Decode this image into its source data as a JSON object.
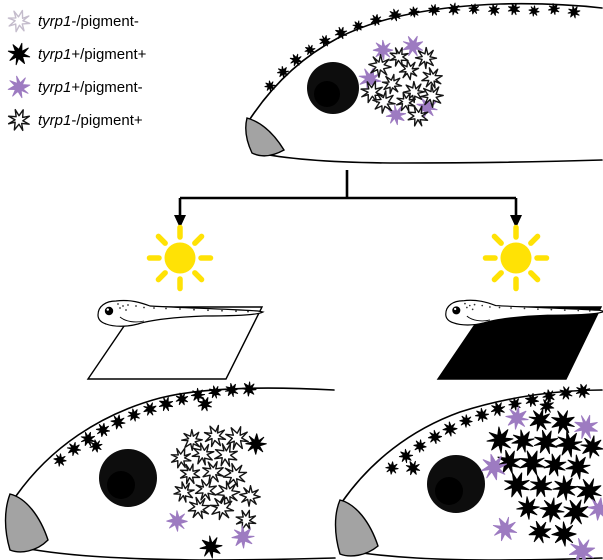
{
  "legend": {
    "items": [
      {
        "icon": "f",
        "gene": "tyrp1",
        "rest": "-/pigment-"
      },
      {
        "icon": "b",
        "gene": "tyrp1",
        "rest": "+/pigment+"
      },
      {
        "icon": "p",
        "gene": "tyrp1",
        "rest": "+/pigment-"
      },
      {
        "icon": "o",
        "gene": "tyrp1",
        "rest": "-/pigment+"
      }
    ]
  },
  "colors": {
    "purple": "#9d7bc1",
    "yellow": "#ffe205",
    "gray": "#a3a3a3",
    "black": "#000000",
    "white": "#ffffff"
  },
  "cells": {
    "top-head-dorsal": [
      {
        "t": "b",
        "s": 0.5,
        "pts": [
          [
            270,
            86
          ],
          [
            283,
            72
          ],
          [
            296,
            60
          ],
          [
            310,
            50
          ],
          [
            325,
            41
          ],
          [
            341,
            33
          ],
          [
            358,
            26
          ],
          [
            376,
            20
          ],
          [
            395,
            15
          ],
          [
            414,
            12
          ],
          [
            434,
            10
          ],
          [
            454,
            9
          ],
          [
            474,
            9
          ],
          [
            494,
            10
          ],
          [
            514,
            9
          ],
          [
            534,
            11
          ],
          [
            554,
            9
          ],
          [
            574,
            12
          ]
        ]
      }
    ],
    "top-head-cluster": [
      {
        "t": "p",
        "s": 0.95,
        "pts": [
          [
            383,
            50
          ],
          [
            413,
            46
          ],
          [
            370,
            79
          ],
          [
            396,
            115
          ],
          [
            427,
            107
          ]
        ]
      },
      {
        "t": "o",
        "s": 0.95,
        "pts": [
          [
            399,
            57
          ],
          [
            426,
            58
          ],
          [
            380,
            66
          ],
          [
            409,
            70
          ],
          [
            432,
            78
          ],
          [
            372,
            92
          ],
          [
            392,
            84
          ],
          [
            414,
            92
          ],
          [
            384,
            102
          ],
          [
            406,
            102
          ],
          [
            418,
            116
          ],
          [
            432,
            96
          ]
        ]
      }
    ],
    "bottom-left-head-dorsal": [
      {
        "t": "b",
        "s": 0.6,
        "pts": [
          [
            60,
            460
          ],
          [
            74,
            449
          ],
          [
            88,
            439
          ],
          [
            96,
            446
          ],
          [
            103,
            430
          ],
          [
            118,
            422
          ],
          [
            134,
            415
          ],
          [
            150,
            409
          ],
          [
            166,
            404
          ],
          [
            182,
            399
          ],
          [
            198,
            395
          ],
          [
            205,
            404
          ],
          [
            215,
            392
          ],
          [
            232,
            390
          ],
          [
            249,
            389
          ]
        ]
      }
    ],
    "bottom-left-head-cluster": [
      {
        "t": "o",
        "s": 1,
        "pts": [
          [
            192,
            440
          ],
          [
            215,
            436
          ],
          [
            237,
            438
          ],
          [
            181,
            458
          ],
          [
            203,
            454
          ],
          [
            226,
            455
          ],
          [
            190,
            474
          ],
          [
            213,
            472
          ],
          [
            235,
            475
          ],
          [
            184,
            492
          ],
          [
            206,
            490
          ],
          [
            228,
            493
          ],
          [
            250,
            496
          ],
          [
            199,
            508
          ],
          [
            222,
            508
          ],
          [
            246,
            520
          ]
        ]
      },
      {
        "t": "p",
        "s": 1,
        "pts": [
          [
            177,
            521
          ],
          [
            243,
            537
          ]
        ]
      },
      {
        "t": "b",
        "s": 1,
        "pts": [
          [
            256,
            444
          ],
          [
            211,
            547
          ]
        ]
      }
    ],
    "bottom-right-head-dorsal": [
      {
        "t": "b",
        "s": 0.6,
        "pts": [
          [
            392,
            468
          ],
          [
            406,
            456
          ],
          [
            413,
            468
          ],
          [
            420,
            446
          ],
          [
            435,
            437
          ],
          [
            450,
            429
          ],
          [
            466,
            421
          ],
          [
            482,
            415
          ],
          [
            498,
            409
          ],
          [
            515,
            404
          ],
          [
            532,
            400
          ],
          [
            547,
            406
          ],
          [
            549,
            396
          ],
          [
            566,
            393
          ],
          [
            583,
            391
          ]
        ]
      }
    ],
    "bottom-right-head-cluster": [
      {
        "t": "b",
        "s": 1.1,
        "pts": [
          [
            540,
            420
          ],
          [
            563,
            422
          ],
          [
            500,
            440
          ],
          [
            523,
            441
          ],
          [
            546,
            442
          ],
          [
            569,
            444
          ],
          [
            592,
            447
          ],
          [
            509,
            462
          ],
          [
            532,
            463
          ],
          [
            555,
            465
          ],
          [
            578,
            467
          ],
          [
            517,
            485
          ],
          [
            541,
            486
          ],
          [
            565,
            488
          ],
          [
            589,
            491
          ],
          [
            528,
            508
          ],
          [
            552,
            510
          ],
          [
            576,
            512
          ],
          [
            540,
            532
          ],
          [
            564,
            534
          ]
        ]
      },
      {
        "t": "p",
        "s": 1.1,
        "pts": [
          [
            517,
            418
          ],
          [
            586,
            427
          ],
          [
            494,
            467
          ],
          [
            599,
            509
          ],
          [
            505,
            529
          ],
          [
            582,
            551
          ]
        ]
      }
    ]
  }
}
